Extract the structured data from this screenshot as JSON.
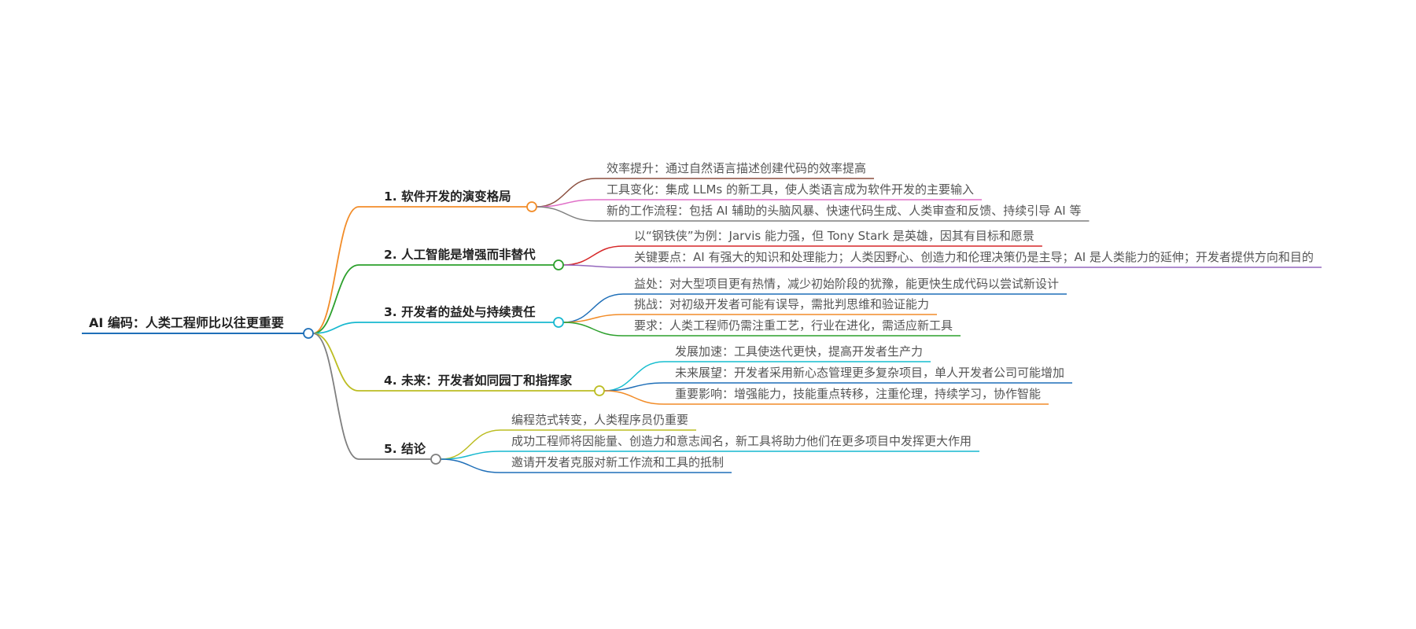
{
  "root": {
    "label": "AI 编码：人类工程师比以往更重要",
    "color": "#1f6fb8"
  },
  "branches": [
    {
      "label": "1. 软件开发的演变格局",
      "color": "#f28c28",
      "leaves": [
        {
          "label": "效率提升：通过自然语言描述创建代码的效率提高",
          "color": "#8b4f3f"
        },
        {
          "label": "工具变化：集成 LLMs 的新工具，使人类语言成为软件开发的主要输入",
          "color": "#e070c8"
        },
        {
          "label": "新的工作流程：包括 AI 辅助的头脑风暴、快速代码生成、人类审查和反馈、持续引导 AI 等",
          "color": "#7f7f7f"
        }
      ]
    },
    {
      "label": "2. 人工智能是增强而非替代",
      "color": "#2ca02c",
      "leaves": [
        {
          "label": "以“钢铁侠”为例：Jarvis 能力强，但 Tony Stark 是英雄，因其有目标和愿景",
          "color": "#d62728"
        },
        {
          "label": "关键要点：AI 有强大的知识和处理能力；人类因野心、创造力和伦理决策仍是主导；AI 是人类能力的延伸；开发者提供方向和目的",
          "color": "#9467bd"
        }
      ]
    },
    {
      "label": "3. 开发者的益处与持续责任",
      "color": "#17b8cf",
      "leaves": [
        {
          "label": "益处：对大型项目更有热情，减少初始阶段的犹豫，能更快生成代码以尝试新设计",
          "color": "#1f6fb8"
        },
        {
          "label": "挑战：对初级开发者可能有误导，需批判思维和验证能力",
          "color": "#f28c28"
        },
        {
          "label": "要求：人类工程师仍需注重工艺，行业在进化，需适应新工具",
          "color": "#2ca02c"
        }
      ]
    },
    {
      "label": "4. 未来：开发者如同园丁和指挥家",
      "color": "#bcbd22",
      "leaves": [
        {
          "label": "发展加速：工具使迭代更快，提高开发者生产力",
          "color": "#17becf"
        },
        {
          "label": "未来展望：开发者采用新心态管理更多复杂项目，单人开发者公司可能增加",
          "color": "#1f6fb8"
        },
        {
          "label": "重要影响：增强能力，技能重点转移，注重伦理，持续学习，协作智能",
          "color": "#f28c28"
        }
      ]
    },
    {
      "label": "5. 结论",
      "color": "#7f7f7f",
      "leaves": [
        {
          "label": "编程范式转变，人类程序员仍重要",
          "color": "#bcbd22"
        },
        {
          "label": "成功工程师将因能量、创造力和意志闻名，新工具将助力他们在更多项目中发挥更大作用",
          "color": "#17b8cf"
        },
        {
          "label": "邀请开发者克服对新工作流和工具的抵制",
          "color": "#1f6fb8"
        }
      ]
    }
  ]
}
